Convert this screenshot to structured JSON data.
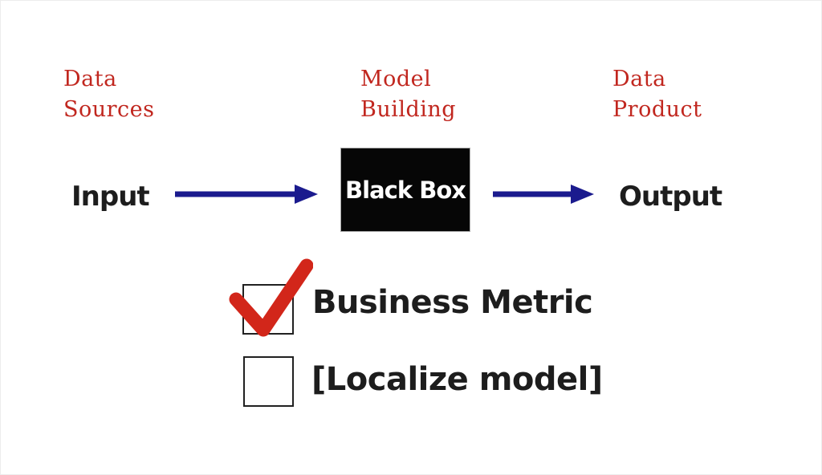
{
  "colors": {
    "label-red": "#c1271f",
    "arrow-navy": "#1b1b8e",
    "check-red": "#d2261a",
    "text-black": "#1d1d1d",
    "box-black": "#060606"
  },
  "stages": {
    "sources": "Data\nSources",
    "building": "Model\nBuilding",
    "product": "Data\nProduct"
  },
  "flow": {
    "input": "Input",
    "box": "Black Box",
    "output": "Output"
  },
  "checklist": [
    {
      "label": "Business Metric",
      "checked": true
    },
    {
      "label": "[Localize model]",
      "checked": false
    }
  ]
}
